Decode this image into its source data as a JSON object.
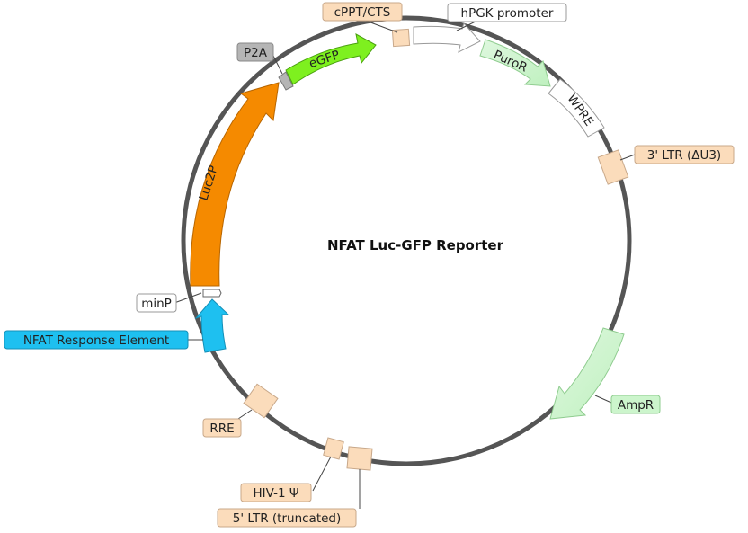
{
  "title": "NFAT Luc-GFP Reporter",
  "features": {
    "cppt": "cPPT/CTS",
    "hpgk": "hPGK promoter",
    "puror": "PuroR",
    "wpre": "WPRE",
    "ltr3": "3' LTR (ΔU3)",
    "ampr": "AmpR",
    "ltr5": "5' LTR (truncated)",
    "hiv": "HIV-1 Ψ",
    "rre": "RRE",
    "nfat": "NFAT Response Element",
    "minp": "minP",
    "luc2p": "Luc2P",
    "p2a": "P2A",
    "egfp": "eGFP"
  },
  "colors": {
    "backbone": "#555555",
    "misc_feature": "#fbdcbb",
    "promoter": "#ffffff",
    "marker": "#ccf5cc",
    "reporter": "#f58a00",
    "gfp": "#7ef01f",
    "peptide": "#b5b5b5",
    "response_element": "#1ec0f0"
  }
}
